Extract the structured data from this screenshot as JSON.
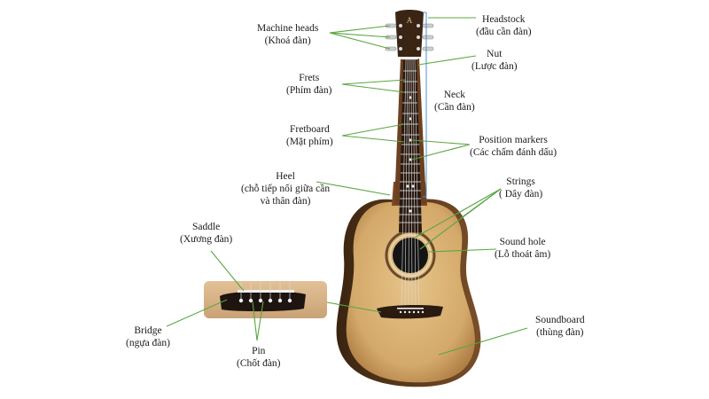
{
  "colors": {
    "leader_line": "#5aa641",
    "bracket": "#4a90c8",
    "soundboard": "#d9b476",
    "body_edge": "#5a3a1e",
    "neck": "#6b4122",
    "fretboard": "#2a1a10",
    "headstock": "#3a2414",
    "background": "#ffffff"
  },
  "labels": {
    "machine_heads": {
      "en": "Machine heads",
      "vi": "(Khoá đàn)"
    },
    "headstock": {
      "en": "Headstock",
      "vi": "(đầu cần đàn)"
    },
    "nut": {
      "en": "Nut",
      "vi": "(Lược đàn)"
    },
    "frets": {
      "en": "Frets",
      "vi": "(Phím đàn)"
    },
    "neck": {
      "en": "Neck",
      "vi": "(Cần đàn)"
    },
    "fretboard": {
      "en": "Fretboard",
      "vi": "(Mặt phím)"
    },
    "position_markers": {
      "en": "Position markers",
      "vi": "(Các chấm đánh dấu)"
    },
    "heel": {
      "en": "Heel",
      "vi": "(chỗ tiếp nối giữa cần",
      "vi2": "và thân đàn)"
    },
    "strings": {
      "en": "Strings",
      "vi": "( Dây đàn)"
    },
    "saddle": {
      "en": "Saddle",
      "vi": "(Xương đàn)"
    },
    "sound_hole": {
      "en": "Sound hole",
      "vi": "(Lỗ thoát âm)"
    },
    "bridge": {
      "en": "Bridge",
      "vi": "(ngựa đàn)"
    },
    "soundboard": {
      "en": "Soundboard",
      "vi": "(thùng đàn)"
    },
    "pin": {
      "en": "Pin",
      "vi": "(Chốt đàn)"
    }
  }
}
